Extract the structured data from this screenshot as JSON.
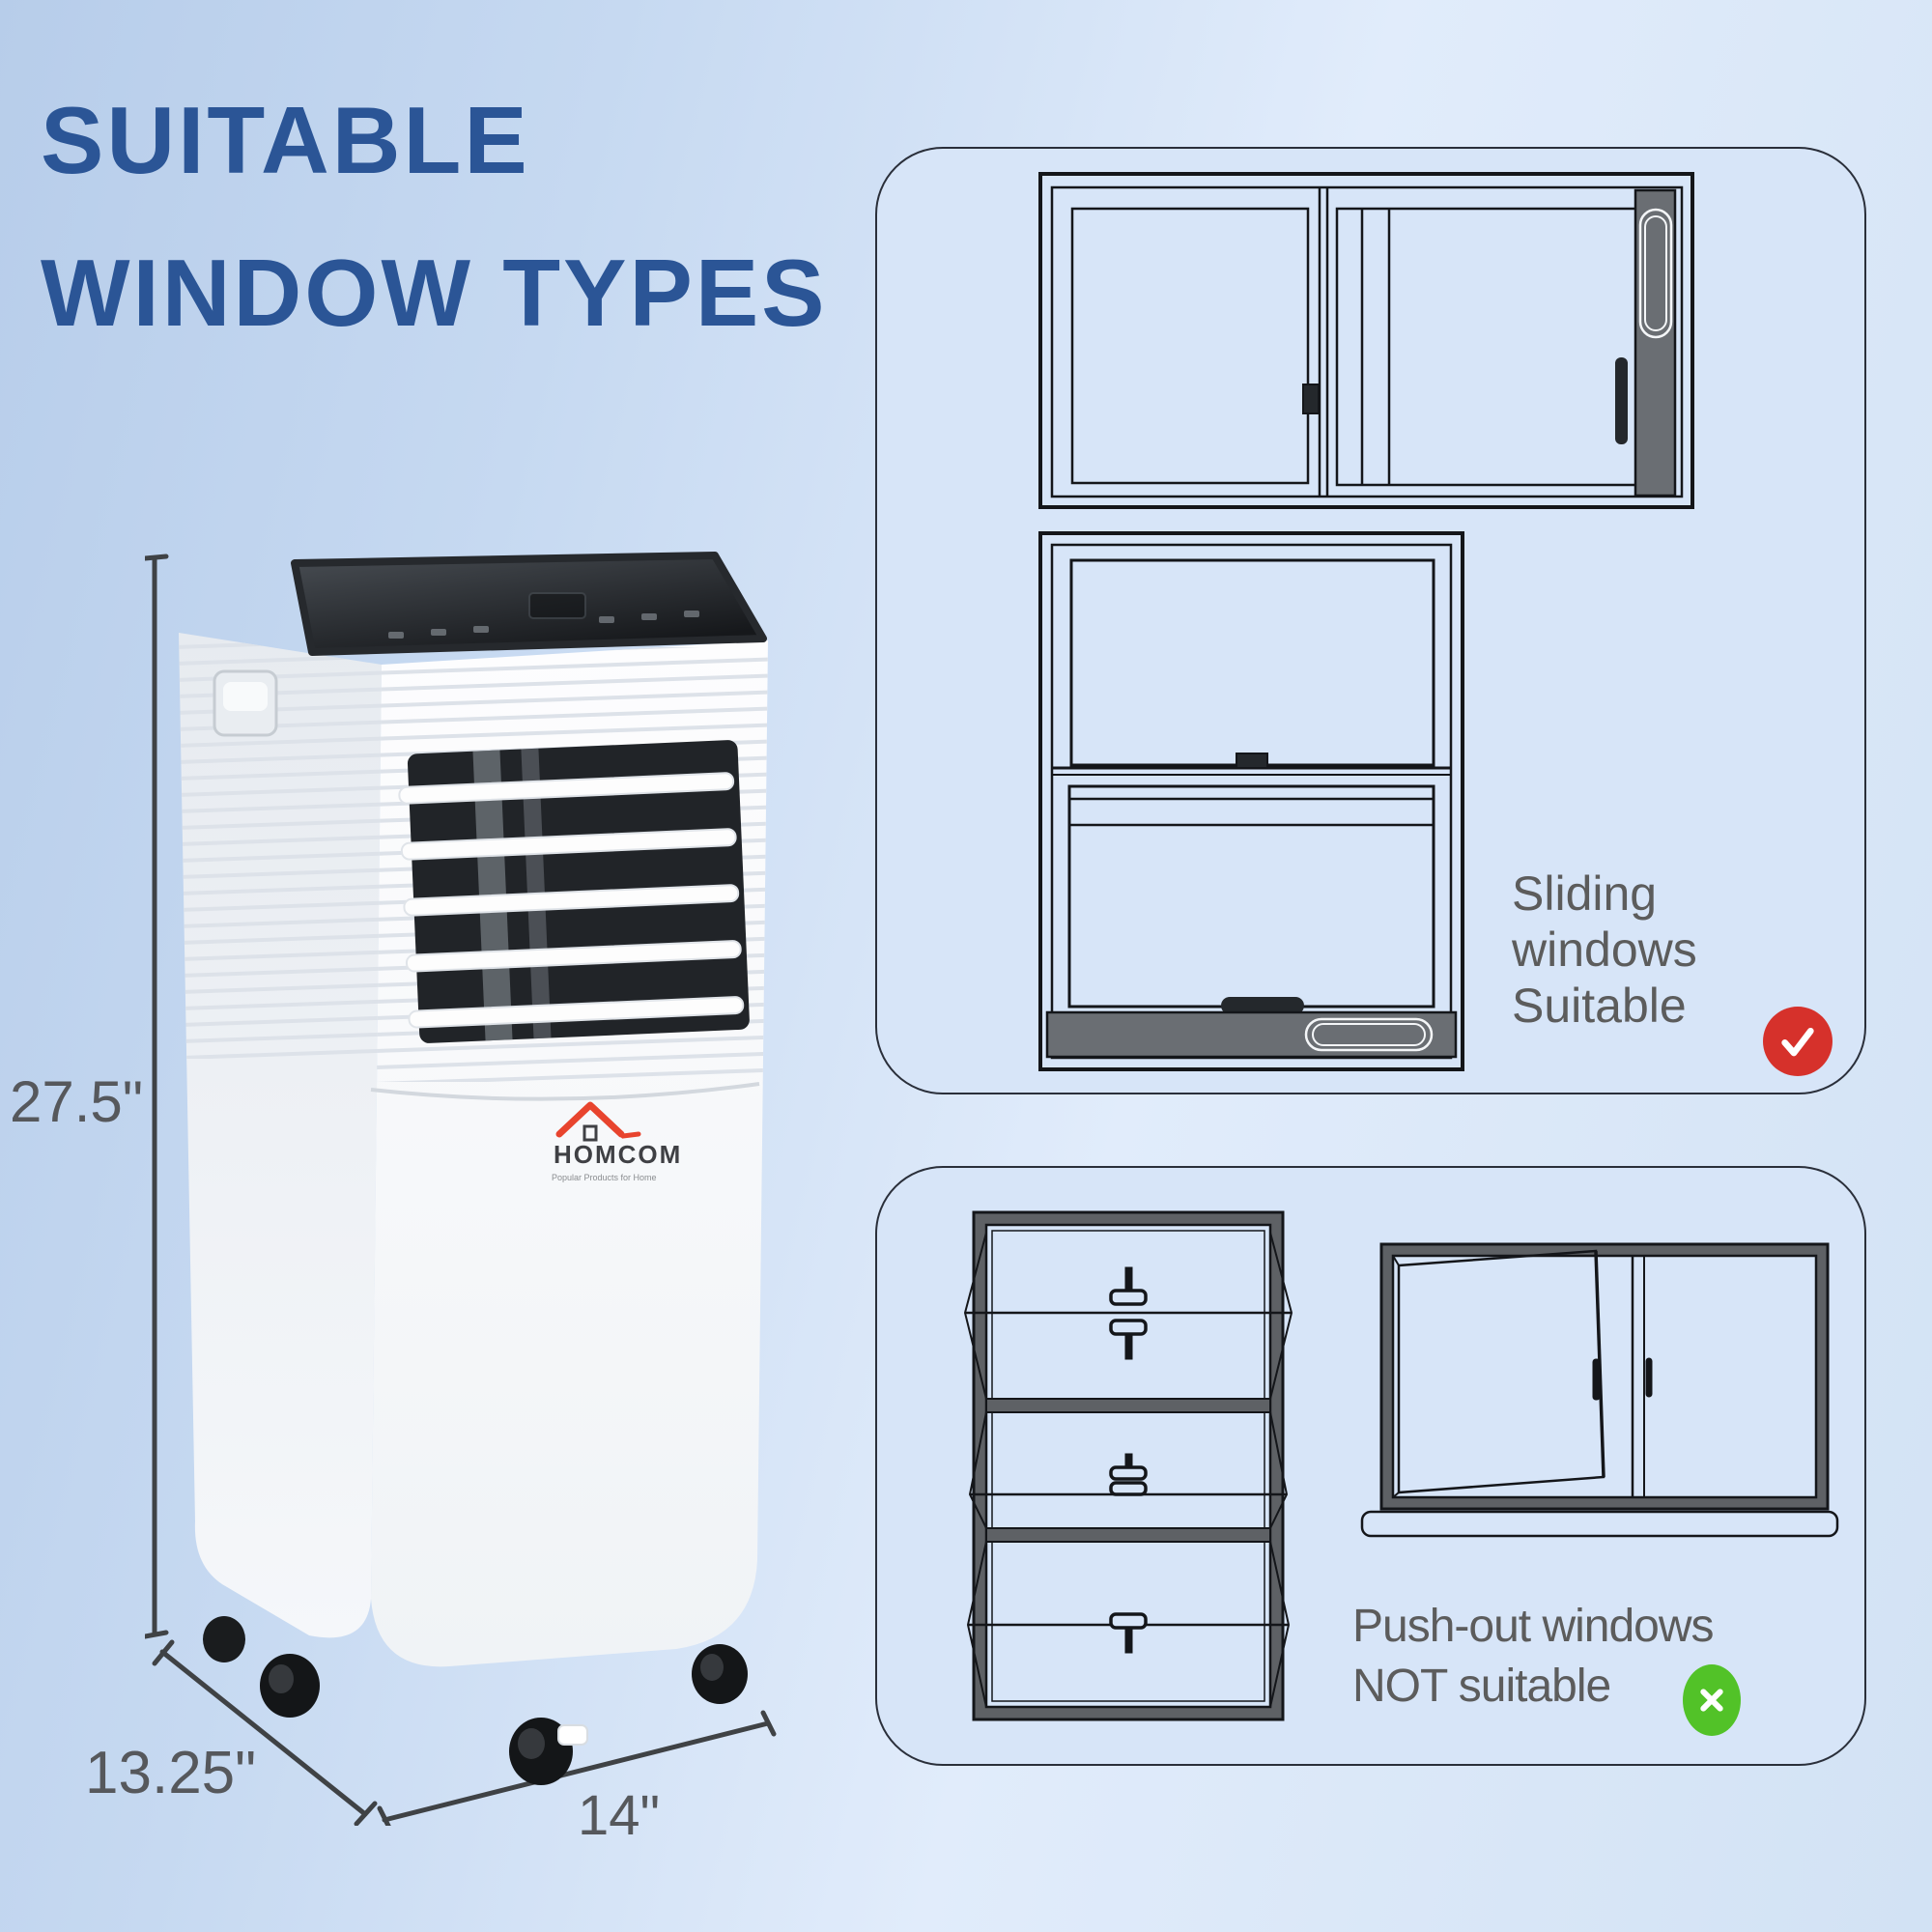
{
  "title": {
    "line1": "SUITABLE",
    "line2": "WINDOW TYPES",
    "color": "#2B5596"
  },
  "product": {
    "type": "portable-air-conditioner",
    "brand": "HOMCOM",
    "brand_tagline": "Popular Products for Home",
    "dimensions": {
      "height": "27.5\"",
      "depth": "13.25\"",
      "width": "14\""
    }
  },
  "cards": {
    "sliding": {
      "lines": [
        "Sliding",
        "windows",
        "Suitable"
      ],
      "badge": "check-icon",
      "badge_color": "#D6312B",
      "diagrams": [
        "horizontal-sliding-window",
        "single-hung-window"
      ]
    },
    "push_out": {
      "lines": [
        "Push-out windows",
        "NOT suitable"
      ],
      "badge": "cross-icon",
      "badge_color": "#52C228",
      "diagrams": [
        "awning-stack-window",
        "casement-window"
      ]
    }
  },
  "colors": {
    "background_blue": "#C6D9F1",
    "card_blue": "#D7E5F8",
    "card_border": "#2A2F3A",
    "title_blue": "#2B5596",
    "text_gray": "#5C5C5C",
    "dimension_gray": "#56585C",
    "line_art": "#14161A",
    "window_track_gray": "#5E6165",
    "logo_red": "#E8442E"
  }
}
